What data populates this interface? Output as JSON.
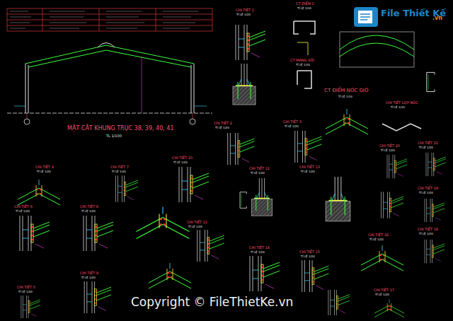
{
  "diagram": {
    "labels": [
      "MẶT CẮT KHUNG TRỤC 38, 39, 40, 41",
      "TL 1/100",
      "CHI TIẾT 1",
      "TỈ LỆ 1/20",
      "CT ĐIỂM C",
      "TỈ LỆ 1/10",
      "CT MÁNG XỐI",
      "TỈ LỆ 1/10",
      "CT ĐIỂM NÓC GIÓ",
      "TỈ LỆ 1/10",
      "CHI TIẾT LỢP NÓC",
      "TỈ LỆ 1/10",
      "CHI TIẾT 2",
      "TỈ LỆ 1/20",
      "CHI TIẾT 3",
      "TỈ LỆ 1/20",
      "CHI TIẾT 4",
      "TỈ LỆ 1/20",
      "CHI TIẾT 7",
      "TỈ LỆ 1/20",
      "CHI TIẾT 10",
      "TỈ LỆ 1/20",
      "CHI TIẾT 12",
      "TỈ LỆ 1/20",
      "CHI TIẾT 13",
      "TỈ LỆ 1/20",
      "CHI TIẾT 20",
      "TỈ LỆ 1/20",
      "CHI TIẾT 21",
      "TỈ LỆ 1/20",
      "CHI TIẾT 19",
      "TỈ LỆ 1/20",
      "CHI TIẾT 18",
      "TỈ LỆ 1/20",
      "CHI TIẾT 16",
      "TỈ LỆ 1/20",
      "CHI TIẾT 17",
      "TỈ LỆ 1/20",
      "CHI TIẾT 6",
      "TỈ LỆ 1/20",
      "CHI TIẾT 8",
      "TỈ LỆ 1/20",
      "CHI TIẾT 11",
      "TỈ LỆ 1/20",
      "CHI TIẾT 14",
      "TỈ LỆ 1/20",
      "CHI TIẾT 15",
      "TỈ LỆ 1/20",
      "CHI TIẾT 9",
      "TỈ LỆ 1/20",
      "CHI TIẾT 5",
      "TỈ LỆ 1/20",
      "Copyright © FileThietKe.vn",
      "File Thiết Kế",
      ".vn"
    ]
  }
}
